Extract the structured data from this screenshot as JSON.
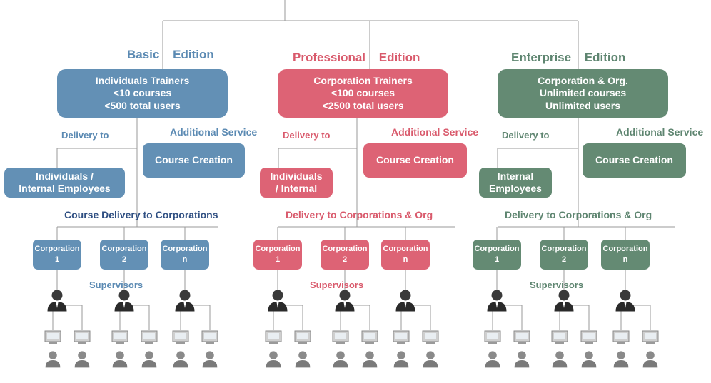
{
  "editions": [
    {
      "theme": "blue",
      "title_word": "Basic",
      "title_suffix": "Edition",
      "box_lines": [
        "Individuals Trainers",
        "<10 courses",
        "<500 total users"
      ],
      "delivery_label": "Delivery to",
      "additional_label": "Additional Service",
      "course_creation": "Course Creation",
      "individual_lines": [
        "Individuals /",
        "Internal Employees"
      ],
      "corporate_label": "Course Delivery to Corporations",
      "supervisors_label": "Supervisors",
      "corporations": [
        {
          "name": "Corporation",
          "num": "1"
        },
        {
          "name": "Corporation",
          "num": "2"
        },
        {
          "name": "Corporation",
          "num": "n"
        }
      ]
    },
    {
      "theme": "red",
      "title_word": "Professional",
      "title_suffix": "Edition",
      "box_lines": [
        "Corporation Trainers",
        "<100 courses",
        "<2500 total users"
      ],
      "delivery_label": "Delivery to",
      "additional_label": "Additional Service",
      "course_creation": "Course Creation",
      "individual_lines": [
        "Individuals",
        "/ Internal"
      ],
      "corporate_label": "Delivery to Corporations & Org",
      "supervisors_label": "Supervisors",
      "corporations": [
        {
          "name": "Corporation",
          "num": "1"
        },
        {
          "name": "Corporation",
          "num": "2"
        },
        {
          "name": "Corporation",
          "num": "n"
        }
      ]
    },
    {
      "theme": "green",
      "title_word": "Enterprise",
      "title_suffix": "Edition",
      "box_lines": [
        "Corporation & Org.",
        "Unlimited courses",
        "Unlimited users"
      ],
      "delivery_label": "Delivery to",
      "additional_label": "Additional Service",
      "course_creation": "Course Creation",
      "individual_lines": [
        "Internal",
        "Employees"
      ],
      "corporate_label": "Delivery to Corporations & Org",
      "supervisors_label": "Supervisors",
      "corporations": [
        {
          "name": "Corporation",
          "num": "1"
        },
        {
          "name": "Corporation",
          "num": "2"
        },
        {
          "name": "Corporation",
          "num": "n"
        }
      ]
    }
  ],
  "icons": {
    "supervisor": "supervisor-person-icon",
    "computer": "computer-monitor-icon",
    "user": "user-person-icon"
  },
  "colors": {
    "blue": "#6390b5",
    "red": "#dd6375",
    "green": "#648a73",
    "navy": "#2f4f82",
    "line": "#9a9a9a"
  }
}
